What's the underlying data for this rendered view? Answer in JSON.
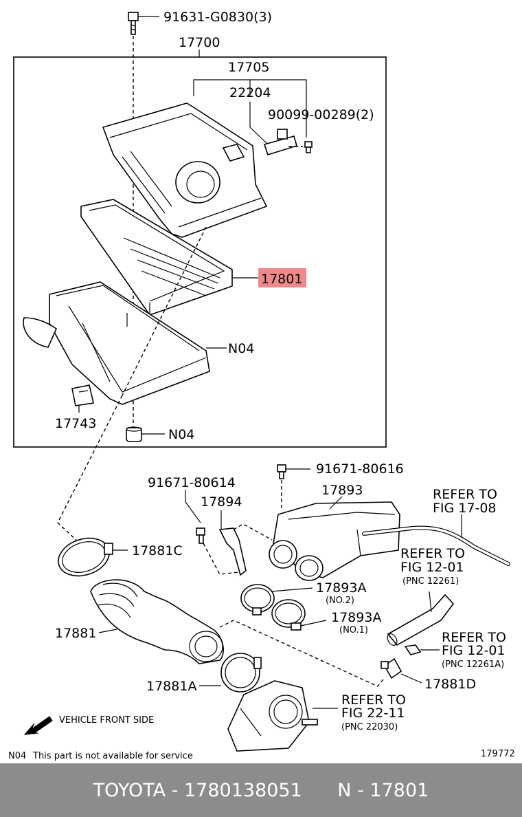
{
  "colors": {
    "highlight": "#f08a8a",
    "footer_bg": "#8c8c8c",
    "footer_text": "#ffffff"
  },
  "labels": {
    "bolt_top": "91631-G0830(3)",
    "assembly": "17700",
    "cap": "17705",
    "sensor": "22204",
    "screw": "90099-00289(2)",
    "element": "17801",
    "n04_case": "N04",
    "bracket": "17743",
    "n04_grommet": "N04",
    "bolt_mid": "91671-80614",
    "bolt_right": "91671-80616",
    "resonator": "17893",
    "stay": "17894",
    "ref_17_08_a": "REFER TO",
    "ref_17_08_b": "FIG 17-08",
    "clamp_c": "17881C",
    "ref_12_01_a": "REFER TO",
    "ref_12_01_b": "FIG 12-01",
    "ref_12_01_c": "(PNC 12261)",
    "clamp_a_no2": "17893A",
    "clamp_a_no2_sub": "(NO.2)",
    "clamp_a_no1": "17893A",
    "clamp_a_no1_sub": "(NO.1)",
    "ref_12_01a_a": "REFER TO",
    "ref_12_01a_b": "FIG 12-01",
    "ref_12_01a_c": "(PNC 12261A)",
    "hose": "17881",
    "clamp_881a": "17881A",
    "clamp_881d": "17881D",
    "ref_22_11_a": "REFER TO",
    "ref_22_11_b": "FIG 22-11",
    "ref_22_11_c": "(PNC 22030)",
    "vehicle_front": "VEHICLE FRONT SIDE",
    "n04_note_code": "N04",
    "n04_note_text": "This part is not available for service",
    "figure_number": "179772"
  },
  "footer": {
    "brand": "TOYOTA",
    "part_number": "1780138051",
    "n": "N",
    "pnc": "17801"
  }
}
